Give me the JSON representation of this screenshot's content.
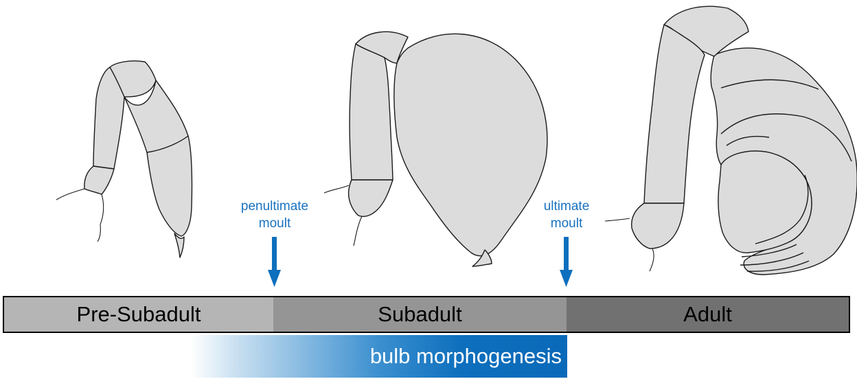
{
  "colors": {
    "segment_fill": "#dcdcdc",
    "outline": "#1a1a1a",
    "annotation": "#1a72c0",
    "stage_pre": "#b5b5b5",
    "stage_sub": "#959595",
    "stage_adult": "#717171",
    "morph_dark": "#0a6ab9"
  },
  "annotations": {
    "penultimate": {
      "line1": "penultimate",
      "line2": "moult"
    },
    "ultimate": {
      "line1": "ultimate",
      "line2": "moult"
    }
  },
  "stages": [
    {
      "label": "Pre-Subadult"
    },
    {
      "label": "Subadult"
    },
    {
      "label": "Adult"
    }
  ],
  "morphogenesis": {
    "label": "bulb morphogenesis"
  }
}
